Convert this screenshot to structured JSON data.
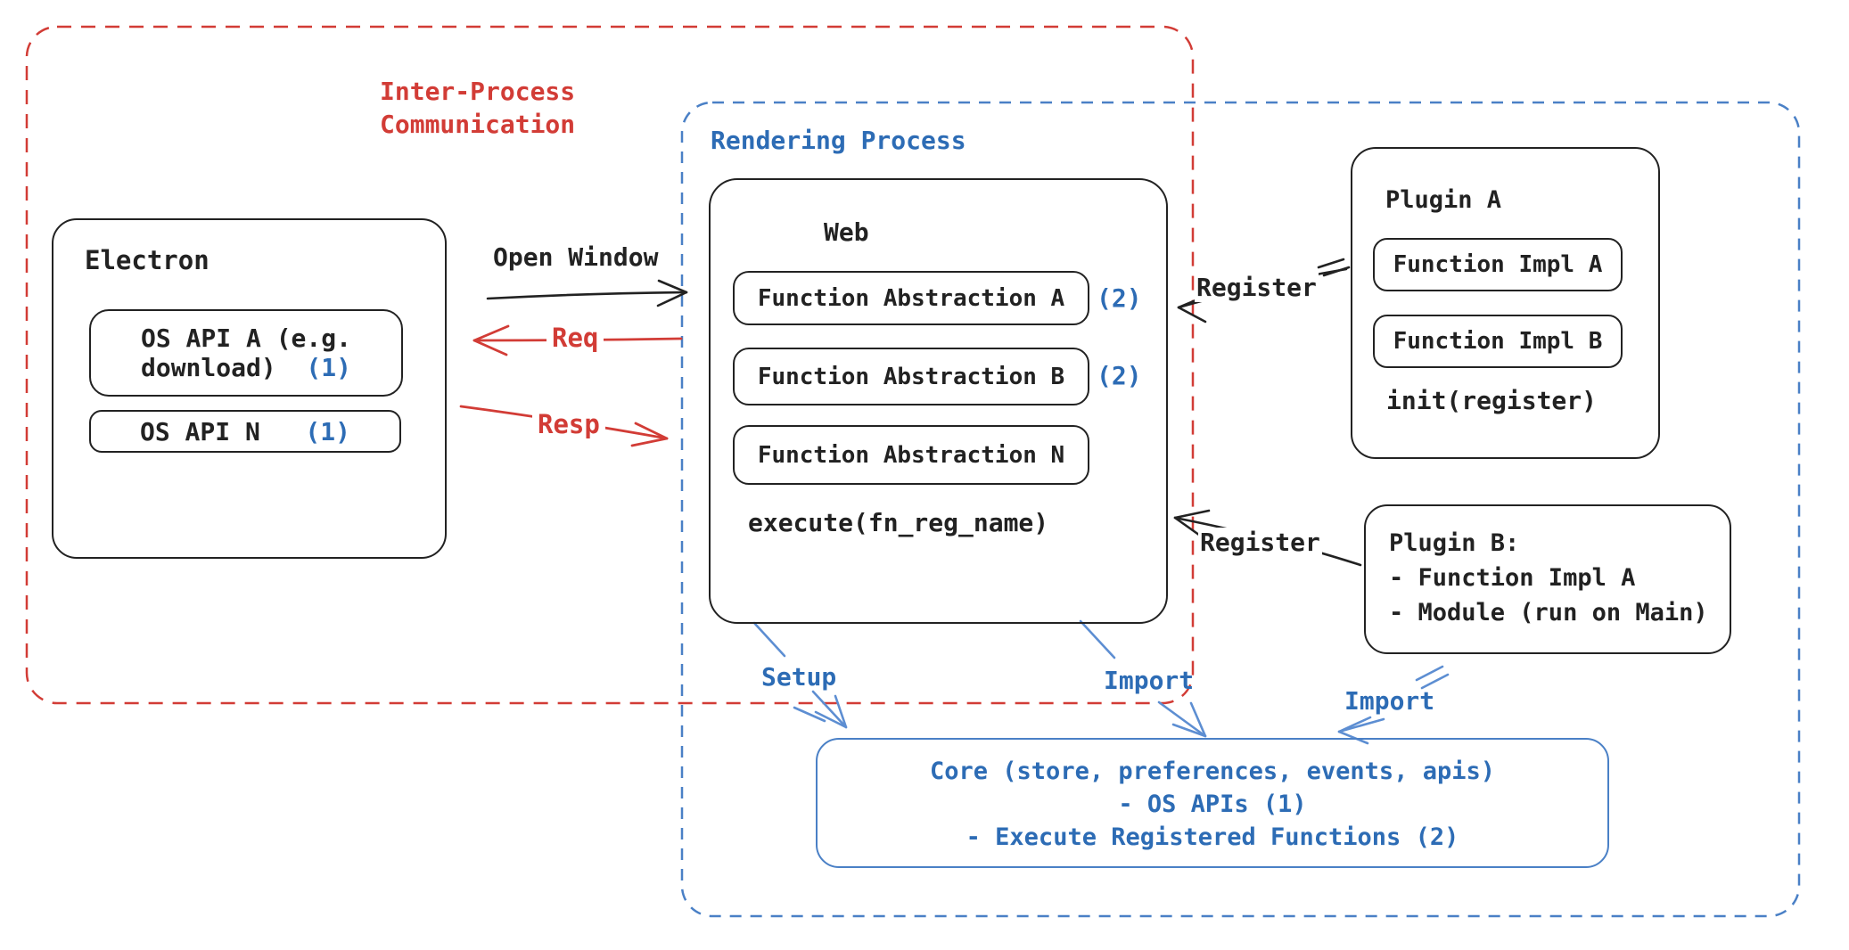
{
  "colors": {
    "paper": "#ffffff",
    "ink": "#222222",
    "red": "#d23c36",
    "blue": "#2d6cb5",
    "blue_arrow": "#5d8ed2",
    "blue_dash": "#4a80c6"
  },
  "containers": {
    "ipc": {
      "label": "Inter-Process\nCommunication"
    },
    "rendering": {
      "label": "Rendering Process"
    }
  },
  "electron": {
    "title": "Electron",
    "os_api_a": {
      "line1": "OS API A (e.g.",
      "line2": "download)",
      "badge": "(1)"
    },
    "os_api_n": {
      "label": "OS API N",
      "badge": "(1)"
    }
  },
  "web": {
    "title": "Web",
    "abstractions": [
      {
        "label": "Function Abstraction A",
        "badge": "(2)"
      },
      {
        "label": "Function Abstraction B",
        "badge": "(2)"
      },
      {
        "label": "Function Abstraction N",
        "badge": ""
      }
    ],
    "footer": "execute(fn_reg_name)"
  },
  "plugin_a": {
    "title": "Plugin A",
    "impls": [
      "Function Impl A",
      "Function Impl B"
    ],
    "footer": "init(register)"
  },
  "plugin_b": {
    "lines": [
      "Plugin B:",
      "- Function Impl A",
      "- Module (run on Main)"
    ]
  },
  "core": {
    "lines": [
      "Core (store, preferences, events, apis)",
      "- OS APIs (1)",
      "- Execute Registered Functions (2)"
    ]
  },
  "arrows": {
    "open_window": "Open Window",
    "req": "Req",
    "resp": "Resp",
    "register_top": "Register",
    "register_bottom": "Register",
    "setup": "Setup",
    "import_web": "Import",
    "import_plugin": "Import"
  }
}
